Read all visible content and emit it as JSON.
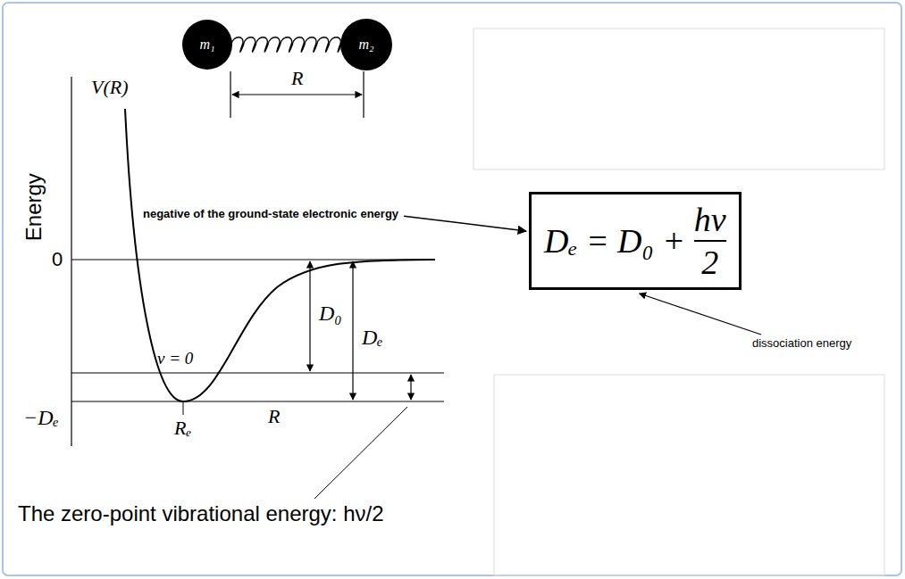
{
  "diagram": {
    "nodes": [
      {
        "text": [
          "m₁"
        ]
      },
      {
        "text": [
          "m₂"
        ]
      },
      {
        "text": [
          "Dₑ = D₀ +",
          "hν",
          "2"
        ]
      }
    ],
    "edges": [
      {
        "from": 0,
        "to": 1,
        "arrow": "none"
      }
    ],
    "labels": [
      "R",
      "V(R)",
      "Energy",
      "0",
      "D₀",
      "Dₑ",
      "ν = 0",
      "−Dₑ",
      "R",
      "Rₑ",
      "negative of the ground-state electronic energy",
      "dissociation energy",
      "The zero-point vibrational energy: hν/2"
    ]
  }
}
